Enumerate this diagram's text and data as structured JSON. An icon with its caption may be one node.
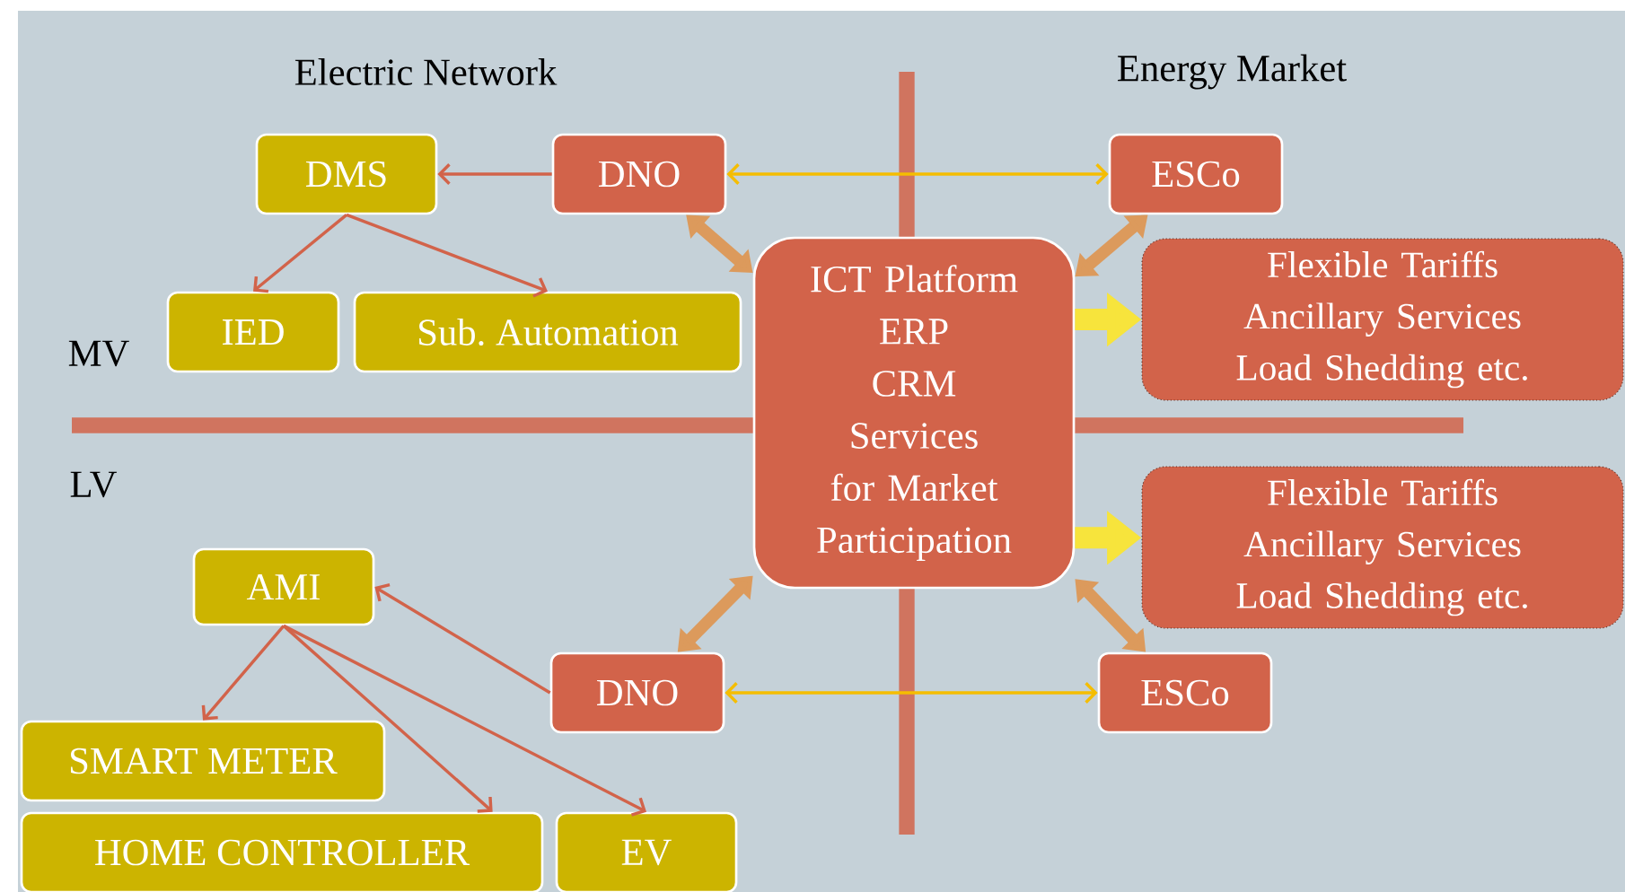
{
  "diagram": {
    "nodes": [
      {
        "text": [
          "DMS"
        ]
      },
      {
        "text": [
          "DNO"
        ]
      },
      {
        "text": [
          "ESCo"
        ]
      },
      {
        "text": [
          "IED"
        ]
      },
      {
        "text": [
          "Sub. Automation"
        ]
      },
      {
        "text": [
          "ICT Platform",
          "ERP",
          "CRM",
          "Services for Market Participation"
        ]
      },
      {
        "text": [
          "Flexible Tariffs",
          "Ancillary Services",
          "Load Shedding etc."
        ]
      },
      {
        "text": [
          "Flexible Tariffs",
          "Ancillary Services",
          "Load Shedding etc."
        ]
      },
      {
        "text": [
          "AMI"
        ]
      },
      {
        "text": [
          "DNO"
        ]
      },
      {
        "text": [
          "ESCo"
        ]
      },
      {
        "text": [
          "SMART METER"
        ]
      },
      {
        "text": [
          "HOME CONTROLLER"
        ]
      },
      {
        "text": [
          "EV"
        ]
      }
    ],
    "edges": [
      {
        "from": 1,
        "to": 0,
        "arrow": "to"
      },
      {
        "from": 1,
        "to": 2,
        "arrow": "both",
        "color": "#f5bd00"
      },
      {
        "from": 1,
        "to": 5,
        "arrow": "both",
        "style": "thick",
        "color": "#dc9a5c"
      },
      {
        "from": 2,
        "to": 5,
        "arrow": "both",
        "style": "thick",
        "color": "#dc9a5c"
      },
      {
        "from": 0,
        "to": 3,
        "arrow": "to"
      },
      {
        "from": 0,
        "to": 4,
        "arrow": "to"
      },
      {
        "from": 5,
        "to": 6,
        "arrow": "to",
        "style": "thick",
        "color": "#f7e43c"
      },
      {
        "from": 5,
        "to": 7,
        "arrow": "to",
        "style": "thick",
        "color": "#f7e43c"
      },
      {
        "from": 9,
        "to": 5,
        "arrow": "both",
        "style": "thick",
        "color": "#dc9a5c"
      },
      {
        "from": 10,
        "to": 5,
        "arrow": "both",
        "style": "thick",
        "color": "#dc9a5c"
      },
      {
        "from": 9,
        "to": 10,
        "arrow": "both",
        "color": "#f5bd00"
      },
      {
        "from": 9,
        "to": 8,
        "arrow": "to"
      },
      {
        "from": 8,
        "to": 11,
        "arrow": "to"
      },
      {
        "from": 8,
        "to": 12,
        "arrow": "to"
      },
      {
        "from": 8,
        "to": 13,
        "arrow": "to"
      }
    ],
    "labels": [
      "Electric Network",
      "Energy Market",
      "MV",
      "LV"
    ]
  }
}
